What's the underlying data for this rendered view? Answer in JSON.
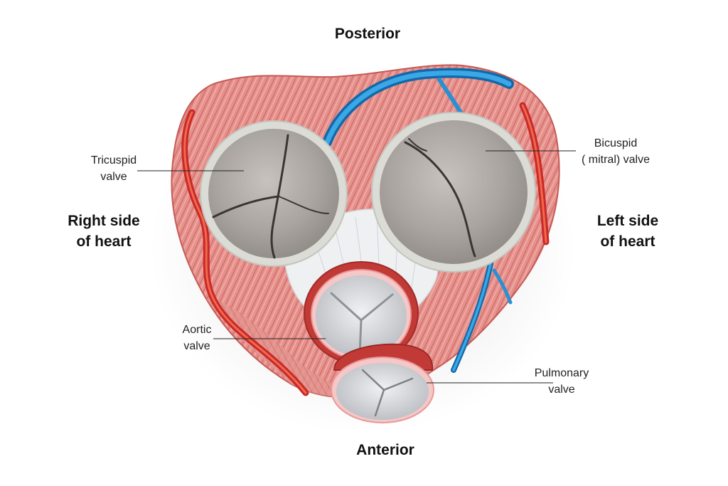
{
  "headings": {
    "top": "Posterior",
    "bottom": "Anterior"
  },
  "sides": {
    "right": {
      "line1": "Right side",
      "line2": "of heart"
    },
    "left": {
      "line1": "Left side",
      "line2": "of heart"
    }
  },
  "labels": {
    "tricuspid": {
      "line1": "Tricuspid",
      "line2": "valve"
    },
    "bicuspid": {
      "line1": "Bicuspid",
      "line2": "( mitral) valve"
    },
    "aortic": {
      "line1": "Aortic",
      "line2": "valve"
    },
    "pulmonary": {
      "line1": "Pulmonary",
      "line2": "valve"
    }
  },
  "colors": {
    "muscle": "#e08a86",
    "muscle_dark": "#c9605c",
    "valve_ring": "#dcdcd6",
    "valve_leaflet": "#a8a39f",
    "artery": "#d9342b",
    "vein": "#1e8fd0",
    "fibrous_skeleton": "#eef0f2"
  }
}
